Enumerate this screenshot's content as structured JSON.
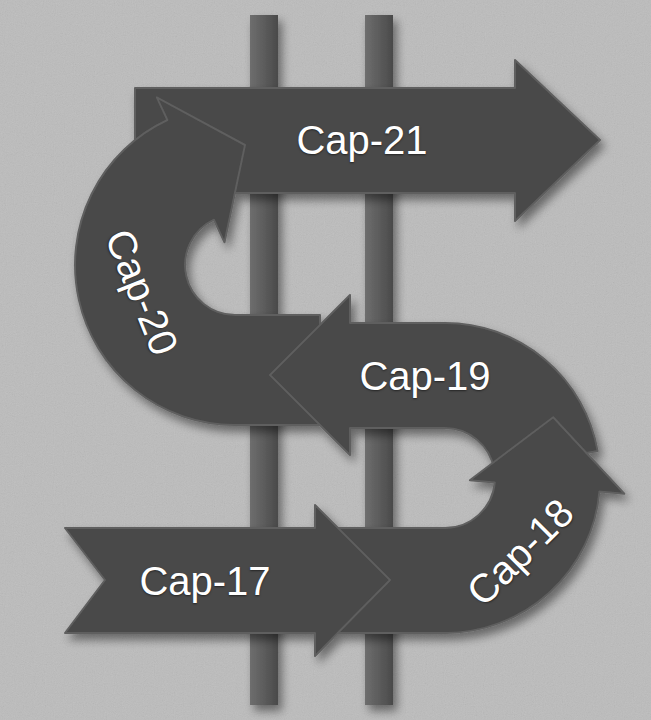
{
  "diagram": {
    "nodes": [
      {
        "text": [
          "Cap-17"
        ]
      },
      {
        "text": [
          "Cap-18"
        ]
      },
      {
        "text": [
          "Cap-19"
        ]
      },
      {
        "text": [
          "Cap-20"
        ]
      },
      {
        "text": [
          "Cap-21"
        ]
      }
    ]
  }
}
